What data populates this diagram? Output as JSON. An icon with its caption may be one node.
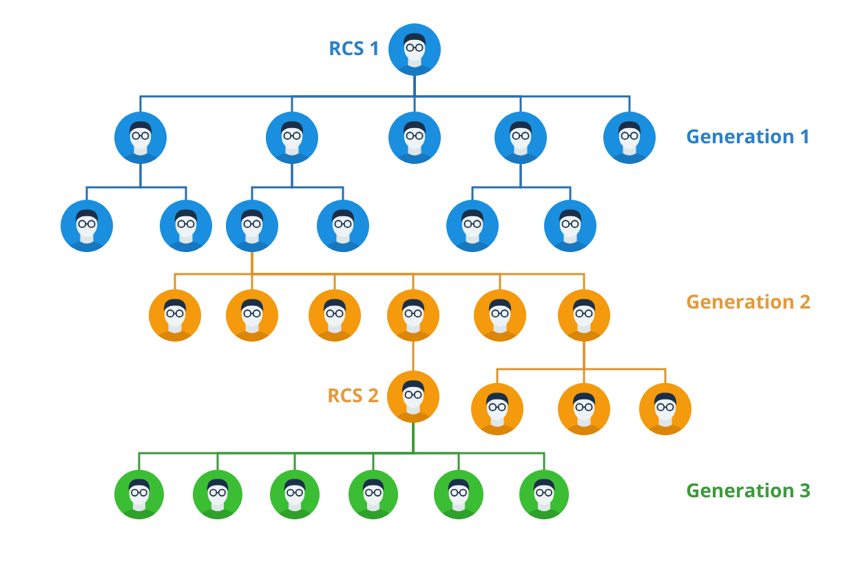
{
  "diagram": {
    "nodes": [
      {
        "text": [],
        "shape": "person",
        "beside": [
          "RCS 1"
        ]
      },
      {
        "text": [],
        "shape": "person"
      },
      {
        "text": [],
        "shape": "person"
      },
      {
        "text": [],
        "shape": "person"
      },
      {
        "text": [],
        "shape": "person"
      },
      {
        "text": [],
        "shape": "person"
      },
      {
        "text": [],
        "shape": "person"
      },
      {
        "text": [],
        "shape": "person"
      },
      {
        "text": [],
        "shape": "person"
      },
      {
        "text": [],
        "shape": "person"
      },
      {
        "text": [],
        "shape": "person"
      },
      {
        "text": [],
        "shape": "person"
      },
      {
        "text": [],
        "shape": "person"
      },
      {
        "text": [],
        "shape": "person"
      },
      {
        "text": [],
        "shape": "person"
      },
      {
        "text": [],
        "shape": "person"
      },
      {
        "text": [],
        "shape": "person"
      },
      {
        "text": [],
        "shape": "person"
      },
      {
        "text": [],
        "shape": "person",
        "beside": [
          "RCS 2"
        ]
      },
      {
        "text": [],
        "shape": "person"
      },
      {
        "text": [],
        "shape": "person"
      },
      {
        "text": [],
        "shape": "person"
      },
      {
        "text": [],
        "shape": "person"
      },
      {
        "text": [],
        "shape": "person"
      },
      {
        "text": [],
        "shape": "person"
      },
      {
        "text": [],
        "shape": "person"
      },
      {
        "text": [],
        "shape": "person"
      },
      {
        "text": [],
        "shape": "person"
      }
    ],
    "edges": [
      {
        "from": 0,
        "to": 1,
        "arrow": "none"
      },
      {
        "from": 0,
        "to": 2,
        "arrow": "none"
      },
      {
        "from": 0,
        "to": 3,
        "arrow": "none"
      },
      {
        "from": 0,
        "to": 4,
        "arrow": "none"
      },
      {
        "from": 0,
        "to": 5,
        "arrow": "none"
      },
      {
        "from": 1,
        "to": 6,
        "arrow": "none"
      },
      {
        "from": 1,
        "to": 7,
        "arrow": "none"
      },
      {
        "from": 2,
        "to": 8,
        "arrow": "none"
      },
      {
        "from": 2,
        "to": 9,
        "arrow": "none"
      },
      {
        "from": 4,
        "to": 10,
        "arrow": "none"
      },
      {
        "from": 4,
        "to": 11,
        "arrow": "none"
      },
      {
        "from": 8,
        "to": 12,
        "arrow": "none",
        "color": "#d9962f"
      },
      {
        "from": 8,
        "to": 13,
        "arrow": "none",
        "color": "#d9962f"
      },
      {
        "from": 8,
        "to": 14,
        "arrow": "none",
        "color": "#d9962f"
      },
      {
        "from": 8,
        "to": 15,
        "arrow": "none",
        "color": "#d9962f"
      },
      {
        "from": 8,
        "to": 16,
        "arrow": "none",
        "color": "#d9962f"
      },
      {
        "from": 8,
        "to": 17,
        "arrow": "none",
        "color": "#d9962f"
      },
      {
        "from": 15,
        "to": 18,
        "arrow": "none",
        "color": "#d9962f"
      },
      {
        "from": 17,
        "to": 19,
        "arrow": "none",
        "color": "#d9962f"
      },
      {
        "from": 17,
        "to": 20,
        "arrow": "none",
        "color": "#d9962f"
      },
      {
        "from": 17,
        "to": 21,
        "arrow": "none",
        "color": "#d9962f"
      },
      {
        "from": 18,
        "to": 22,
        "arrow": "none",
        "color": "#3c9a3c"
      },
      {
        "from": 18,
        "to": 23,
        "arrow": "none",
        "color": "#3c9a3c"
      },
      {
        "from": 18,
        "to": 24,
        "arrow": "none",
        "color": "#3c9a3c"
      },
      {
        "from": 18,
        "to": 25,
        "arrow": "none",
        "color": "#3c9a3c"
      },
      {
        "from": 18,
        "to": 26,
        "arrow": "none",
        "color": "#3c9a3c"
      },
      {
        "from": 18,
        "to": 27,
        "arrow": "none",
        "color": "#3c9a3c"
      }
    ],
    "labels": [
      "Generation 1",
      "Generation 2",
      "Generation 3"
    ]
  }
}
